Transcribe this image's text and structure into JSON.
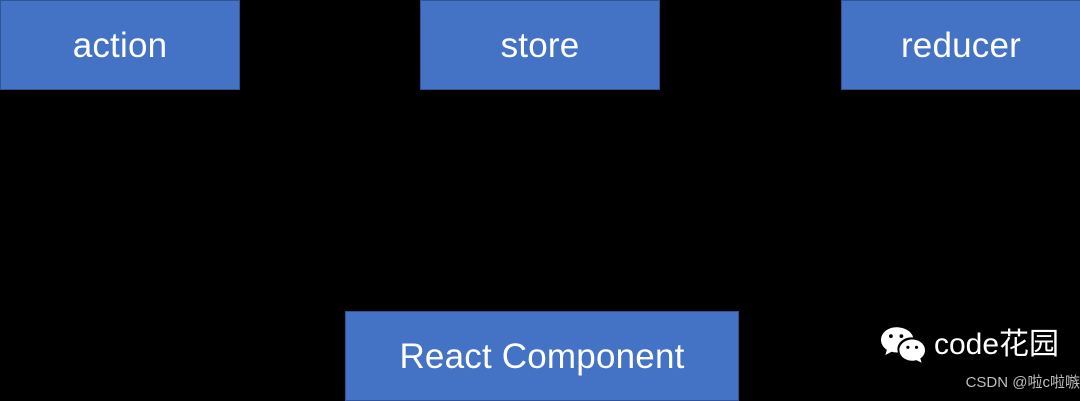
{
  "diagram": {
    "background_color": "#000000",
    "node_fill_color": "#4472C4",
    "node_border_color": "#2F5597",
    "node_text_color": "#FFFFFF",
    "nodes": [
      {
        "id": "action",
        "label": "action"
      },
      {
        "id": "store",
        "label": "store"
      },
      {
        "id": "reducer",
        "label": "reducer"
      },
      {
        "id": "react",
        "label": "React Component"
      }
    ]
  },
  "watermark": {
    "icon": "wechat-icon",
    "brand": "code花园",
    "attribution": "CSDN @啦c啦嗾",
    "brand_color": "#FFFFFF",
    "attribution_color": "#BDBDBD"
  }
}
